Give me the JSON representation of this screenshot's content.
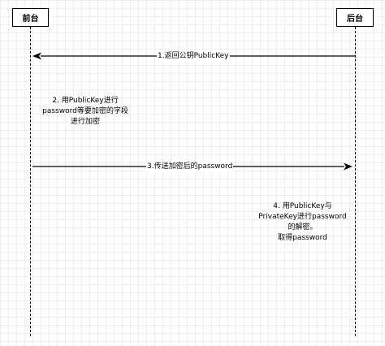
{
  "actors": {
    "frontend": "前台",
    "backend": "后台"
  },
  "messages": {
    "step1": "1.返回公钥PublicKey",
    "step3": "3.传送加密后的password"
  },
  "notes": {
    "step2": [
      "2. 用PublicKey进行",
      "password等要加密的字段",
      "进行加密"
    ],
    "step4": [
      "4. 用PublicKey与",
      "PrivateKey进行password",
      "的解密。",
      "取得password"
    ]
  },
  "colors": {
    "line": "#000000",
    "grid": "#eeeeee",
    "background": "#ffffff"
  }
}
